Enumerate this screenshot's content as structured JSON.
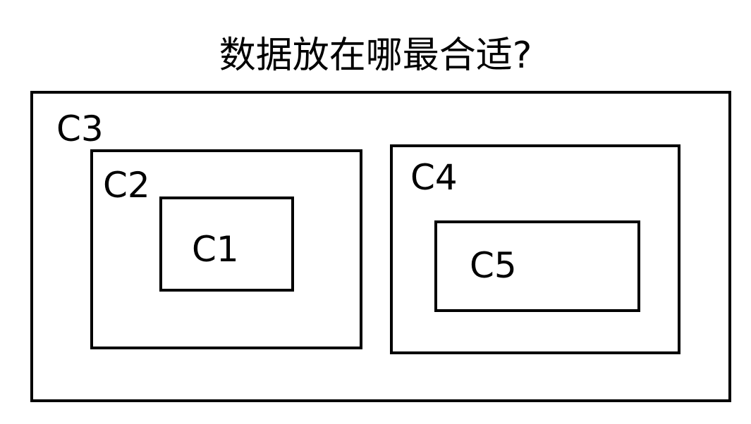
{
  "title": "数据放在哪最合适?",
  "boxes": {
    "c3": "C3",
    "c2": "C2",
    "c1": "C1",
    "c4": "C4",
    "c5": "C5"
  },
  "colors": {
    "stroke": "#000000",
    "background": "#ffffff"
  }
}
